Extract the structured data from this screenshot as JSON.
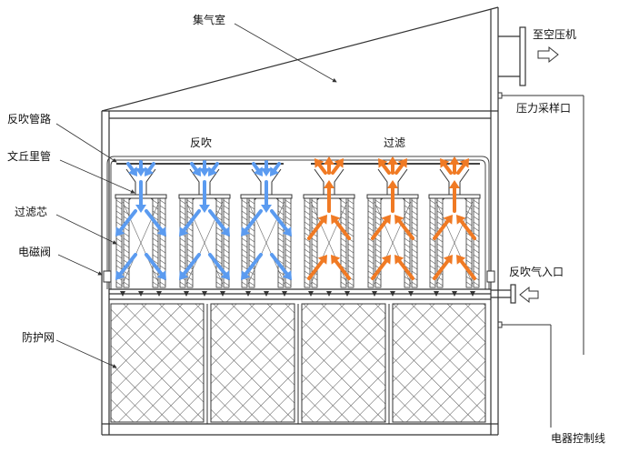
{
  "labels": {
    "plenum": "集气室",
    "to_compressor": "至空压机",
    "pressure_port": "压力采样口",
    "blowback_pipe": "反吹管路",
    "venturi": "文丘里管",
    "filter_core": "过滤芯",
    "solenoid": "电磁阀",
    "guard_mesh": "防护网",
    "blowback_inlet": "反吹气入口",
    "control_line": "电器控制线",
    "mode_blowback": "反吹",
    "mode_filter": "过滤"
  },
  "colors": {
    "blowback_arrow": "#5b9bf0",
    "filter_arrow": "#f07a24",
    "line": "#333333"
  },
  "icons": {
    "outlet_arrow": "right-arrow-icon",
    "inlet_arrow": "left-arrow-icon"
  }
}
